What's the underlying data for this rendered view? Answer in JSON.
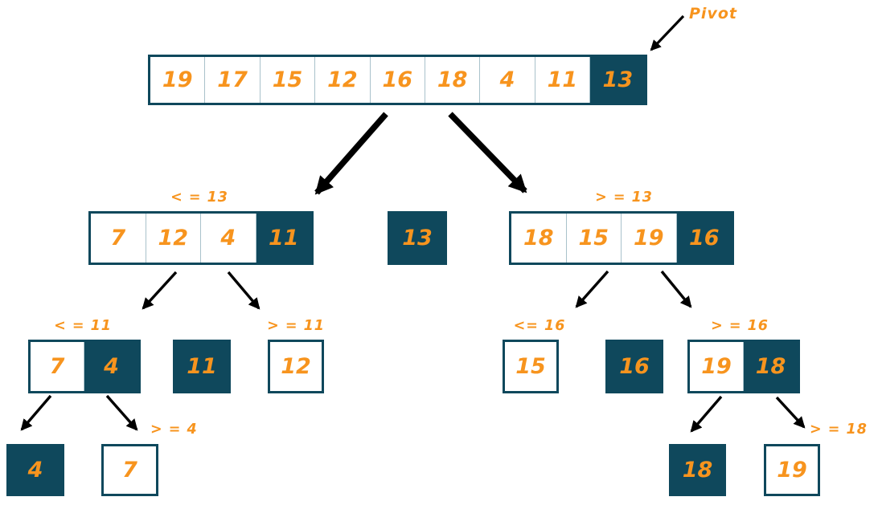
{
  "colors": {
    "highlight_teal": "#0F485C",
    "accent_orange": "#F7941E",
    "arrow_black": "#000000",
    "cell_divider": "#A9C2CB"
  },
  "pivot": {
    "label": "Pivot"
  },
  "diagram": {
    "root": {
      "cells": [
        "19",
        "17",
        "15",
        "12",
        "16",
        "18",
        "4",
        "11",
        "13"
      ],
      "pivot_value": "13"
    },
    "level2_left": {
      "label": "< = 13",
      "cells": [
        "7",
        "12",
        "4",
        "11"
      ],
      "pivot_value": "11"
    },
    "level2_mid": {
      "cells": [
        "13"
      ]
    },
    "level2_right": {
      "label": "> = 13",
      "cells": [
        "18",
        "15",
        "19",
        "16"
      ],
      "pivot_value": "16"
    },
    "level3_left_pair": {
      "label": "< = 11",
      "cells": [
        "7",
        "4"
      ],
      "pivot_value": "4"
    },
    "level3_single_11": {
      "cells": [
        "11"
      ]
    },
    "level3_single_12": {
      "label": "> = 11",
      "cells": [
        "12"
      ]
    },
    "level3_single_15": {
      "label": "<= 16",
      "cells": [
        "15"
      ]
    },
    "level3_single_16": {
      "cells": [
        "16"
      ]
    },
    "level3_right_pair": {
      "label": "> = 16",
      "cells": [
        "19",
        "18"
      ],
      "pivot_value": "18"
    },
    "level4_single_4": {
      "cells": [
        "4"
      ]
    },
    "level4_single_7": {
      "label": "> = 4",
      "cells": [
        "7"
      ]
    },
    "level4_single_18": {
      "cells": [
        "18"
      ]
    },
    "level4_single_19": {
      "label": "> = 18",
      "cells": [
        "19"
      ]
    }
  }
}
